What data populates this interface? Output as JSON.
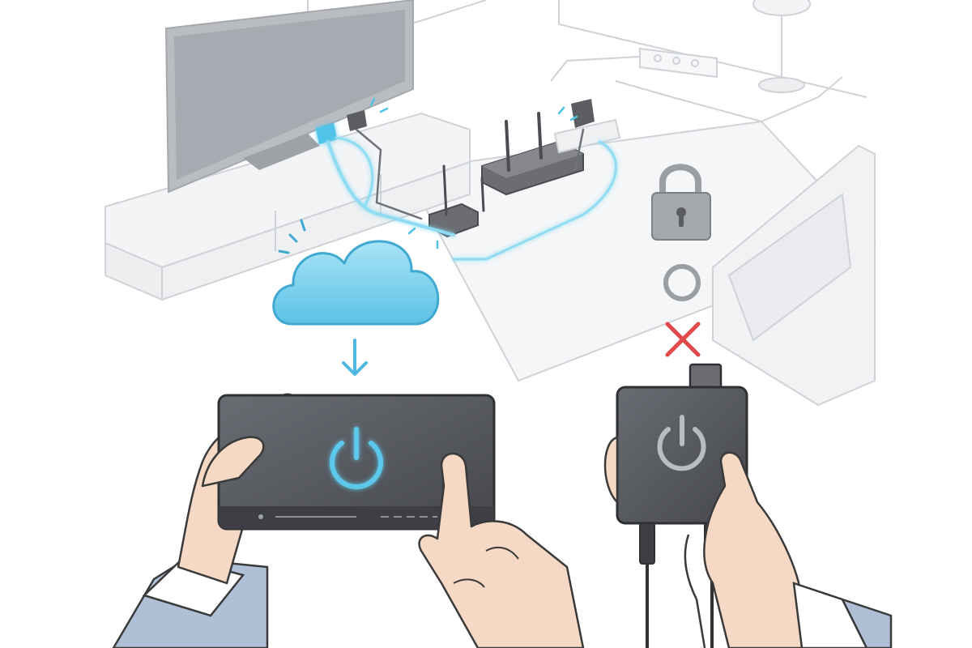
{
  "colors": {
    "background": "#ffffff",
    "room_line": "#cfd2d6",
    "room_fill": "#f2f3f5",
    "tv_screen": "#b9bcc1",
    "device_gray": "#5b5d63",
    "device_dark": "#3d3f45",
    "accent_blue": "#4fc3e8",
    "cloud_fill": "#7fd0ec",
    "lock_gray": "#9b9ea3",
    "error_red": "#e0484b",
    "skin": "#f6d9c4",
    "skin_line": "#3a3a3a",
    "sleeve": "#aebfd6",
    "cuff": "#ffffff",
    "cable": "#2f3136"
  },
  "icons": {
    "cloud": "cloud-icon",
    "download_arrow": "arrow-down-icon",
    "power_active": "power-icon",
    "power_inactive": "power-icon",
    "lock": "padlock-icon",
    "ring": "circle-icon",
    "error": "x-mark-icon"
  },
  "states": {
    "left_device_power": "active",
    "right_device_power": "inactive",
    "right_device_status": "error"
  }
}
